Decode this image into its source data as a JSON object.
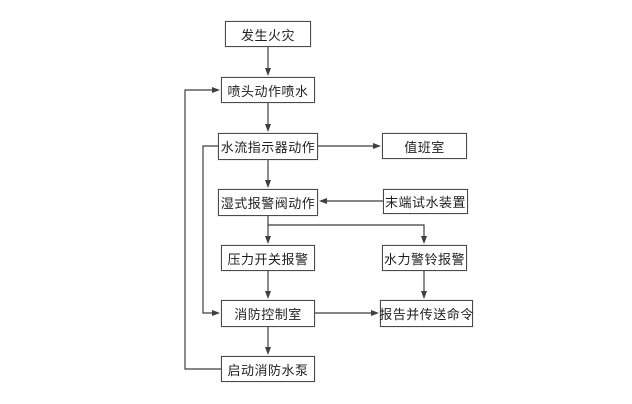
{
  "diagram": {
    "type": "flowchart",
    "background": "#ffffff",
    "colors": {
      "line": "#3f3f3f",
      "box_border": "#4a4a4a",
      "box_fill": "#ffffff",
      "text": "#1f1f1f"
    },
    "nodes": [
      {
        "id": "fire-occurs",
        "label": "发生火灾"
      },
      {
        "id": "sprinkler-activates",
        "label": "喷头动作喷水"
      },
      {
        "id": "water-flow-indicator",
        "label": "水流指示器动作"
      },
      {
        "id": "duty-room",
        "label": "值班室"
      },
      {
        "id": "wet-alarm-valve",
        "label": "湿式报警阀动作"
      },
      {
        "id": "end-test-water-device",
        "label": "末端试水装置"
      },
      {
        "id": "pressure-switch-alarm",
        "label": "压力开关报警"
      },
      {
        "id": "hydraulic-alarm-bell",
        "label": "水力警铃报警"
      },
      {
        "id": "fire-control-room",
        "label": "消防控制室"
      },
      {
        "id": "report-transmit-command",
        "label": "报告并传送命令"
      },
      {
        "id": "start-fire-pump",
        "label": "启动消防水泵"
      }
    ],
    "edges": [
      {
        "from": "fire-occurs",
        "to": "sprinkler-activates"
      },
      {
        "from": "sprinkler-activates",
        "to": "water-flow-indicator"
      },
      {
        "from": "water-flow-indicator",
        "to": "duty-room"
      },
      {
        "from": "water-flow-indicator",
        "to": "wet-alarm-valve"
      },
      {
        "from": "water-flow-indicator",
        "to": "fire-control-room"
      },
      {
        "from": "end-test-water-device",
        "to": "wet-alarm-valve"
      },
      {
        "from": "wet-alarm-valve",
        "to": "pressure-switch-alarm"
      },
      {
        "from": "wet-alarm-valve",
        "to": "hydraulic-alarm-bell"
      },
      {
        "from": "pressure-switch-alarm",
        "to": "fire-control-room"
      },
      {
        "from": "hydraulic-alarm-bell",
        "to": "report-transmit-command"
      },
      {
        "from": "fire-control-room",
        "to": "report-transmit-command"
      },
      {
        "from": "fire-control-room",
        "to": "start-fire-pump"
      },
      {
        "from": "start-fire-pump",
        "to": "sprinkler-activates"
      }
    ]
  }
}
